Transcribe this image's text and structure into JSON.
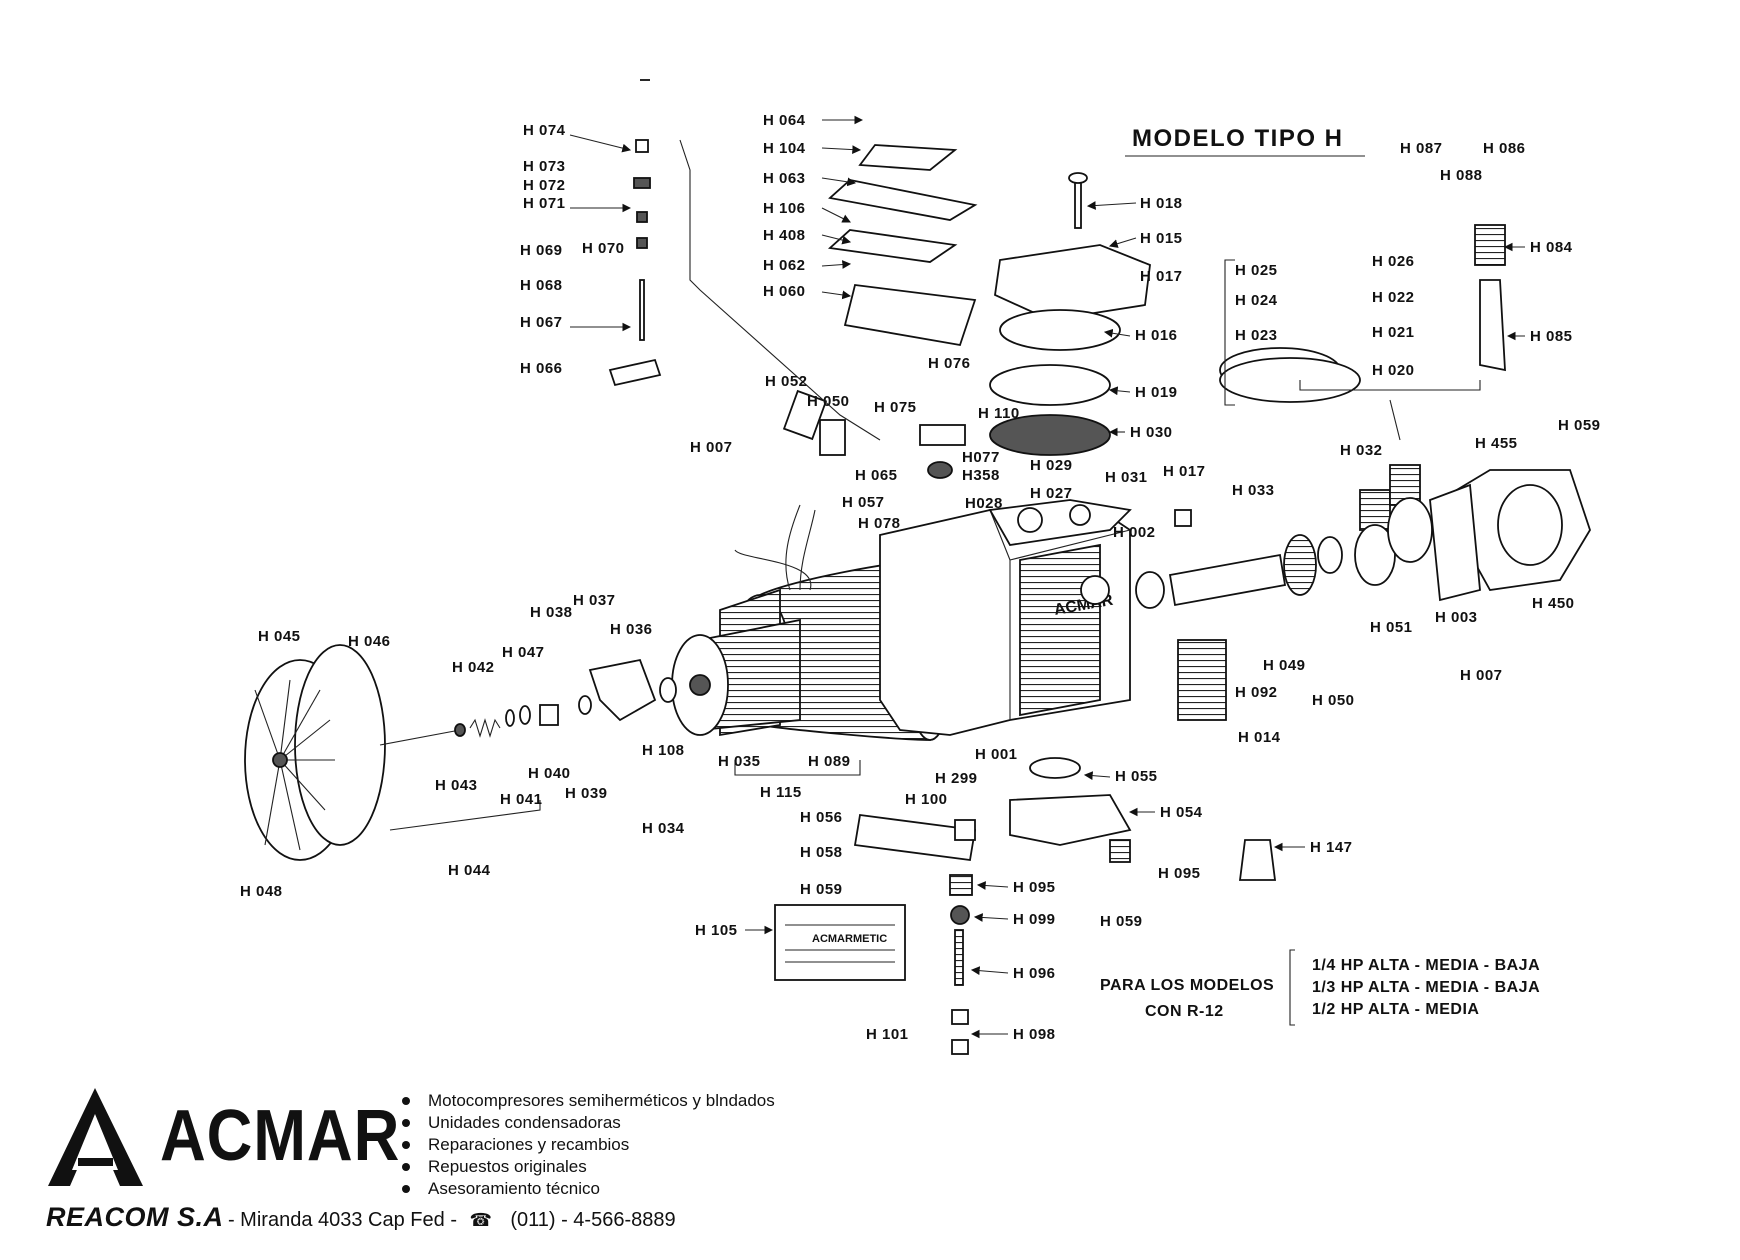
{
  "title": "MODELO TIPO H",
  "part_labels": {
    "h074": "H 074",
    "h073": "H 073",
    "h072": "H 072",
    "h071": "H 071",
    "h069": "H 069",
    "h070": "H 070",
    "h068": "H 068",
    "h067": "H 067",
    "h066": "H 066",
    "h064": "H 064",
    "h104": "H 104",
    "h063": "H 063",
    "h106": "H 106",
    "h408": "H 408",
    "h062": "H 062",
    "h060": "H 060",
    "h018": "H 018",
    "h015": "H 015",
    "h017a": "H 017",
    "h016": "H 016",
    "h019": "H 019",
    "h030": "H 030",
    "h076": "H 076",
    "h110": "H 110",
    "h075": "H 075",
    "h077": "H077",
    "h358": "H358",
    "h029": "H 029",
    "h031": "H 031",
    "h027": "H 027",
    "h028": "H028",
    "h065": "H 065",
    "h057": "H 057",
    "h078": "H 078",
    "h052": "H 052",
    "h050a": "H 050",
    "h007a": "H 007",
    "h087": "H 087",
    "h086": "H 086",
    "h088": "H 088",
    "h084": "H 084",
    "h085": "H 085",
    "h025": "H 025",
    "h026": "H 026",
    "h024": "H 024",
    "h022": "H 022",
    "h023": "H 023",
    "h021": "H 021",
    "h020": "H 020",
    "h017b": "H 017",
    "h033": "H 033",
    "h002": "H 002",
    "h032": "H 032",
    "h455": "H 455",
    "h059a": "H 059",
    "h003": "H 003",
    "h450": "H 450",
    "h038": "H 038",
    "h037": "H 037",
    "h036": "H 036",
    "h045": "H 045",
    "h046": "H 046",
    "h042": "H 042",
    "h047": "H 047",
    "h043": "H 043",
    "h041": "H 041",
    "h040": "H 040",
    "h039": "H 039",
    "h108": "H 108",
    "h035": "H 035",
    "h089": "H 089",
    "h115": "H 115",
    "h001": "H 001",
    "h034": "H 034",
    "h044": "H 044",
    "h048": "H 048",
    "h049": "H 049",
    "h092": "H 092",
    "h050b": "H 050",
    "h051": "H 051",
    "h007b": "H 007",
    "h014": "H 014",
    "h055": "H 055",
    "h299": "H 299",
    "h100": "H 100",
    "h056": "H 056",
    "h054": "H 054",
    "h058": "H 058",
    "h059b": "H 059",
    "h095a": "H 095",
    "h095b": "H 095",
    "h099": "H 099",
    "h059c": "H 059",
    "h147": "H 147",
    "h105": "H 105",
    "h096": "H 096",
    "h101": "H 101",
    "h098": "H 098"
  },
  "engine_marking": "ACMAR",
  "plate": {
    "brand": "ACMARMETIC"
  },
  "models": {
    "heading_line1": "PARA LOS MODELOS",
    "heading_line2": "CON R-12",
    "items": [
      "1/4 HP ALTA - MEDIA - BAJA",
      "1/3 HP ALTA - MEDIA - BAJA",
      "1/2 HP ALTA - MEDIA"
    ]
  },
  "footer": {
    "logo": "ACMAR",
    "services": [
      "Motocompresores semiherméticos y blndados",
      "Unidades condensadoras",
      "Reparaciones y recambios",
      "Repuestos originales",
      "Asesoramiento técnico"
    ],
    "company": "REACOM S.A",
    "address": "- Miranda 4033 Cap Fed -",
    "phone_icon": "telephone-icon",
    "phone": "(011) - 4-566-8889"
  }
}
